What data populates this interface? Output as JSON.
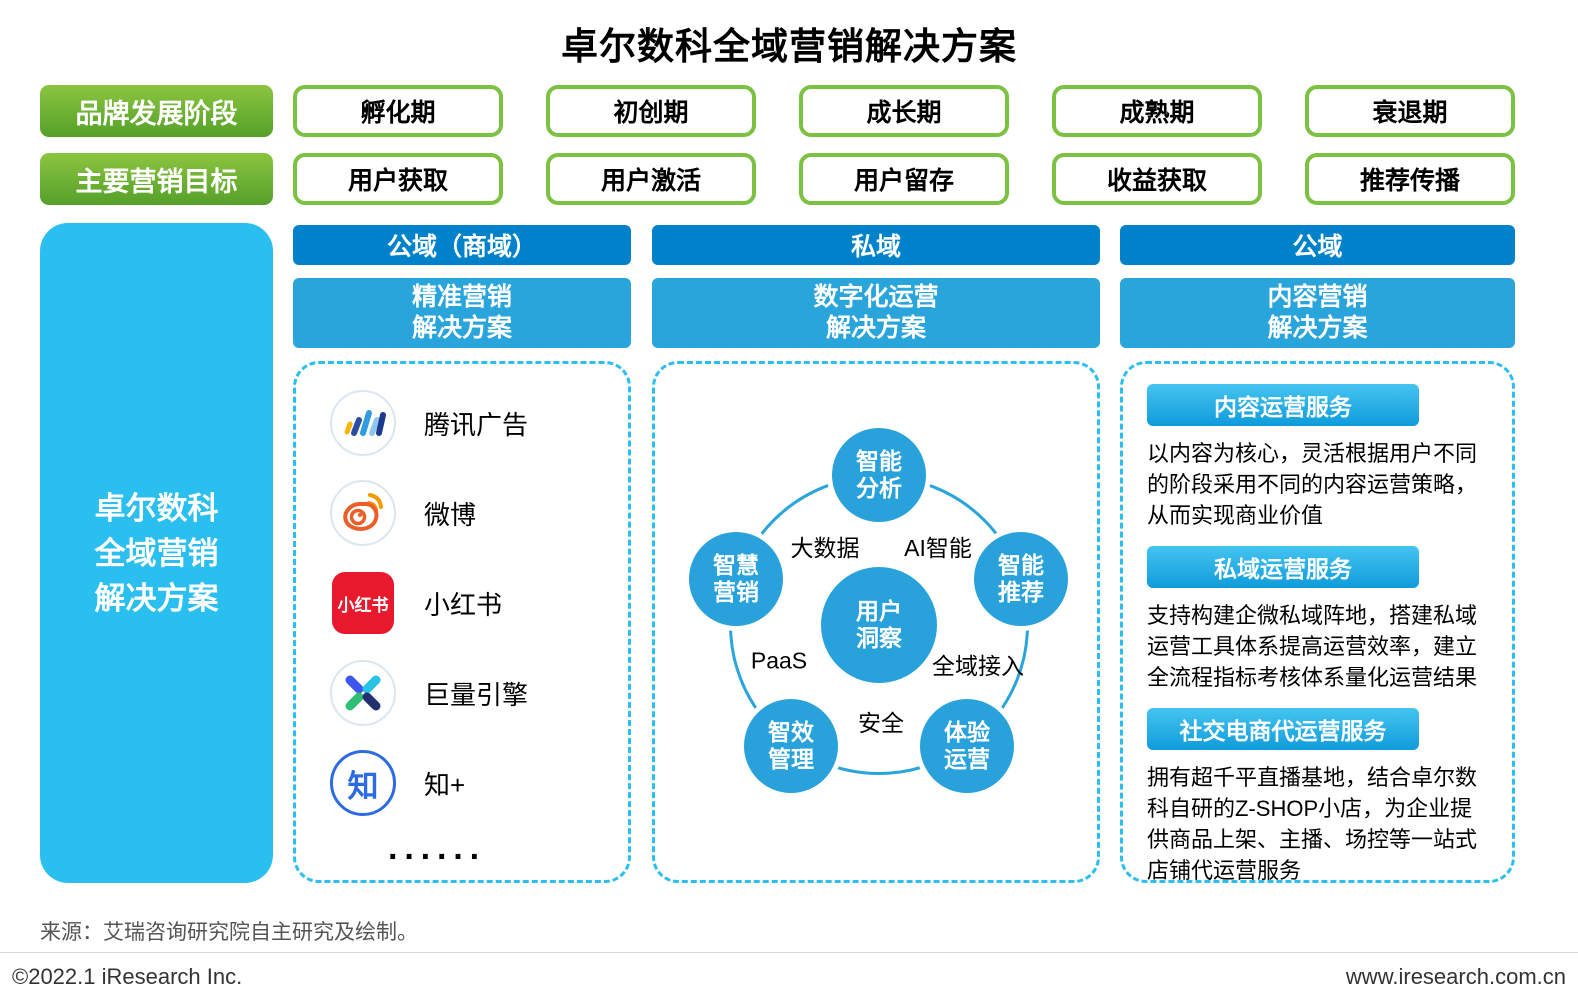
{
  "title": "卓尔数科全域营销解决方案",
  "colors": {
    "green_light": "#8BC53F",
    "green_dark": "#55A02A",
    "green_border": "#7CC142",
    "cyan": "#2BBFF0",
    "blue_header": "#0082CB",
    "blue_sub": "#29A5DC",
    "circle_blue": "#29A2DB",
    "button_top": "#45C4F0",
    "button_bottom": "#0F9CDB"
  },
  "stage_row": {
    "label": "品牌发展阶段",
    "items": [
      "孵化期",
      "初创期",
      "成长期",
      "成熟期",
      "衰退期"
    ]
  },
  "goal_row": {
    "label": "主要营销目标",
    "items": [
      "用户获取",
      "用户激活",
      "用户留存",
      "收益获取",
      "推荐传播"
    ]
  },
  "left_panel": {
    "text": "卓尔数科\n全域营销\n解决方案"
  },
  "col_public_commercial": {
    "header": "公域（商域）",
    "subheader": "精准营销\n解决方案",
    "platforms": [
      {
        "name": "腾讯广告",
        "icon": "tencent-ads-icon"
      },
      {
        "name": "微博",
        "icon": "weibo-icon"
      },
      {
        "name": "小红书",
        "icon": "xiaohongshu-icon",
        "icon_text": "小红书"
      },
      {
        "name": "巨量引擎",
        "icon": "ocean-engine-icon"
      },
      {
        "name": "知+",
        "icon": "zhihu-plus-icon",
        "icon_text": "知"
      }
    ],
    "ellipsis": "······"
  },
  "col_private": {
    "header": "私域",
    "subheader": "数字化运营\n解决方案",
    "diagram": {
      "center": "用户\n洞察",
      "satellites": [
        {
          "label": "智能\n分析"
        },
        {
          "label": "智能\n推荐"
        },
        {
          "label": "体验\n运营"
        },
        {
          "label": "智效\n管理"
        },
        {
          "label": "智慧\n营销"
        }
      ],
      "ring_labels": [
        "大数据",
        "AI智能",
        "全域接入",
        "安全",
        "PaaS"
      ]
    }
  },
  "col_public": {
    "header": "公域",
    "subheader": "内容营销\n解决方案",
    "services": [
      {
        "title": "内容运营服务",
        "desc": "以内容为核心，灵活根据用户不同的阶段采用不同的内容运营策略，从而实现商业价值"
      },
      {
        "title": "私域运营服务",
        "desc": "支持构建企微私域阵地，搭建私域运营工具体系提高运营效率，建立全流程指标考核体系量化运营结果"
      },
      {
        "title": "社交电商代运营服务",
        "desc": "拥有超千平直播基地，结合卓尔数科自研的Z-SHOP小店，为企业提供商品上架、主播、场控等一站式店铺代运营服务"
      }
    ]
  },
  "footer": {
    "source": "来源：艾瑞咨询研究院自主研究及绘制。",
    "copyright": "©2022.1 iResearch Inc.",
    "website": "www.iresearch.com.cn"
  }
}
